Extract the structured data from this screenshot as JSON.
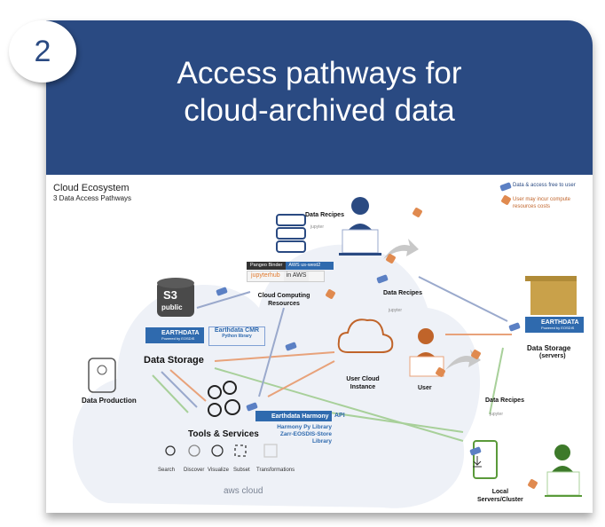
{
  "badge": {
    "number": "2"
  },
  "header": {
    "title_line1": "Access pathways for",
    "title_line2": "cloud-archived data"
  },
  "diagram": {
    "heading": "Cloud Ecosystem",
    "subheading": "3 Data Access Pathways",
    "legend": [
      {
        "icon": "free-tag-icon",
        "label": "Data & access free to user",
        "color": "#2a4a82"
      },
      {
        "icon": "cost-tag-icon",
        "label": "User may incur compute resources costs",
        "color": "#c0642a"
      }
    ],
    "nodes": {
      "data_production": "Data Production",
      "s3": "S3",
      "s3_public": "public",
      "earthdata_brand": "EARTHDATA",
      "earthdata_powered": "Powered by EOSDIS",
      "earthdata_cmr": "Earthdata CMR",
      "python_library": "Python library",
      "data_storage": "Data Storage",
      "data_recipes": "Data Recipes",
      "jupyter": "jupyter",
      "pangeo_binder": "Pangeo Binder",
      "aws_us_west2": "AWS us-west2",
      "jupyterhub": "jupyterhub",
      "in_aws": "in AWS",
      "cloud_computing": "Cloud Computing Resources",
      "user_cloud_instance": "User Cloud Instance",
      "user": "User",
      "data_storage_servers": "Data Storage",
      "servers_paren": "(servers)",
      "tools_services": "Tools & Services",
      "earthdata_harmony": "Earthdata Harmony",
      "api": "API",
      "harmony_py": "Harmony Py Library",
      "zarr_store": "Zarr-EOSDIS-Store",
      "library": "Library",
      "local_servers": "Local",
      "servers_cluster": "Servers/Cluster",
      "aws_cloud": "aws cloud"
    },
    "tools": [
      "Search",
      "Discover",
      "Visualize",
      "Subset",
      "Transformations"
    ],
    "colors": {
      "blue": "#2a4a82",
      "orange": "#c0642a",
      "green": "#5a9a3a",
      "gold": "#c9a14a"
    }
  }
}
